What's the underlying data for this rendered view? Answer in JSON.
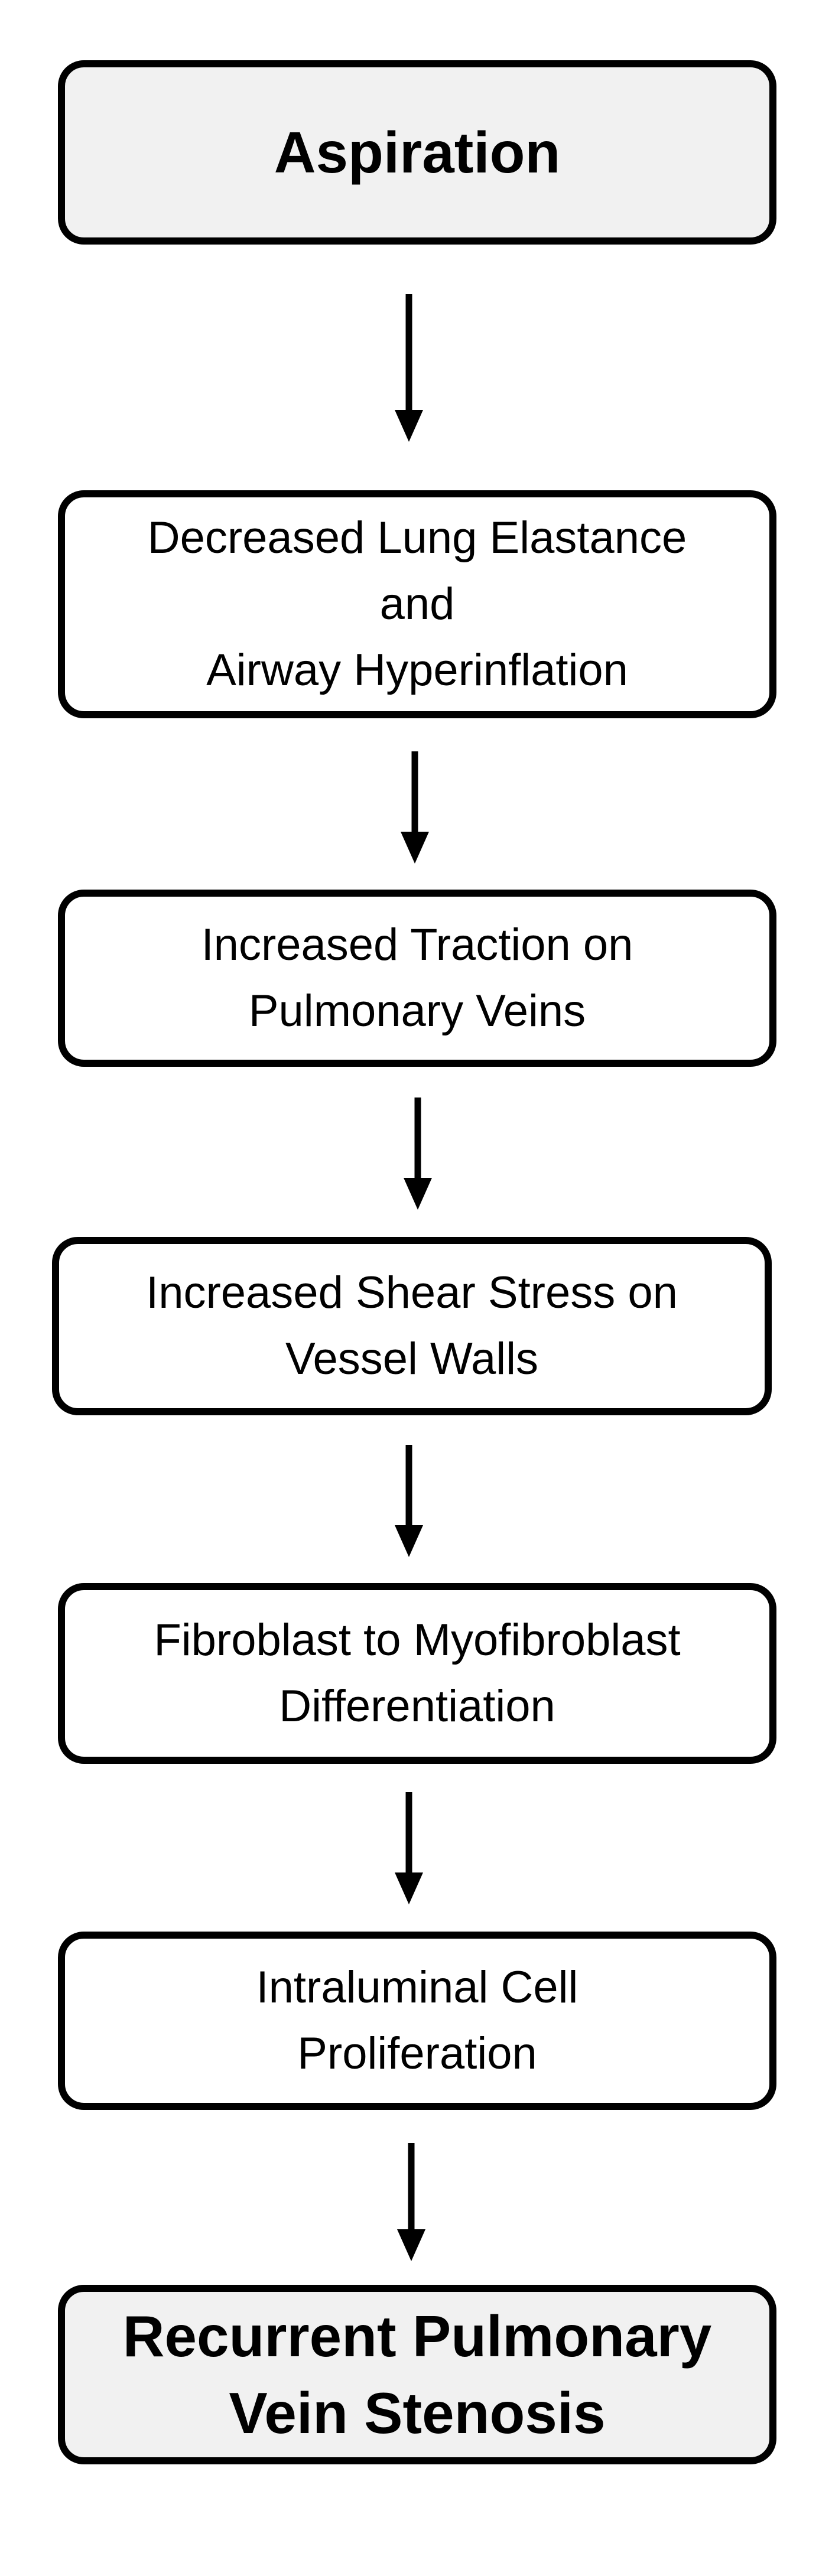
{
  "diagram": {
    "nodes": [
      {
        "id": "aspiration",
        "lines": [
          "Aspiration"
        ]
      },
      {
        "id": "lung-elastance",
        "lines": [
          "Decreased Lung Elastance",
          "and",
          "Airway Hyperinflation"
        ]
      },
      {
        "id": "traction",
        "lines": [
          "Increased Traction on",
          "Pulmonary Veins"
        ]
      },
      {
        "id": "shear-stress",
        "lines": [
          "Increased Shear Stress on",
          "Vessel Walls"
        ]
      },
      {
        "id": "fibroblast",
        "lines": [
          "Fibroblast to Myofibroblast",
          "Differentiation"
        ]
      },
      {
        "id": "proliferation",
        "lines": [
          "Intraluminal Cell",
          "Proliferation"
        ]
      },
      {
        "id": "stenosis",
        "lines": [
          "Recurrent Pulmonary",
          "Vein Stenosis"
        ]
      }
    ],
    "edges": [
      {
        "from": "aspiration",
        "to": "lung-elastance"
      },
      {
        "from": "lung-elastance",
        "to": "traction"
      },
      {
        "from": "traction",
        "to": "shear-stress"
      },
      {
        "from": "shear-stress",
        "to": "fibroblast"
      },
      {
        "from": "fibroblast",
        "to": "proliferation"
      },
      {
        "from": "proliferation",
        "to": "stenosis"
      }
    ]
  }
}
